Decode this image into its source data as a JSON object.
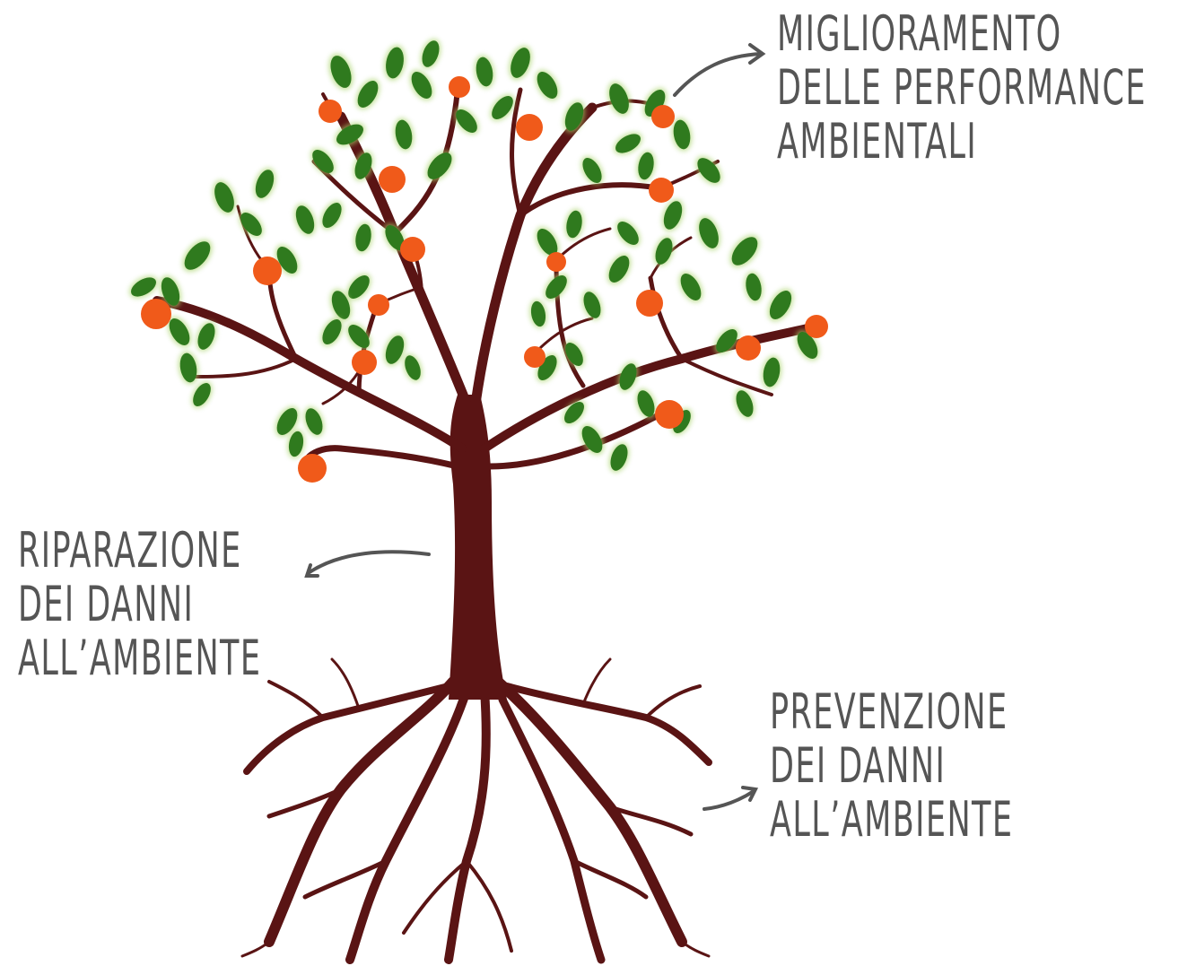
{
  "labels": {
    "top": {
      "line1": "MIGLIORAMENTO",
      "line2": "DELLE PERFORMANCE",
      "line3": "AMBIENTALI"
    },
    "middle": {
      "line1": "RIPARAZIONE",
      "line2": "DEI DANNI",
      "line3": "ALL’AMBIENTE"
    },
    "bottom": {
      "line1": "PREVENZIONE",
      "line2": "DEI DANNI",
      "line3": "ALL’AMBIENTE"
    }
  },
  "colors": {
    "trunk": "#5a1414",
    "leaf": "#2f7a1e",
    "leaf_glow": "#a8d36a",
    "fruit": "#f05a1a",
    "text": "#555555",
    "arrow": "#555555"
  }
}
